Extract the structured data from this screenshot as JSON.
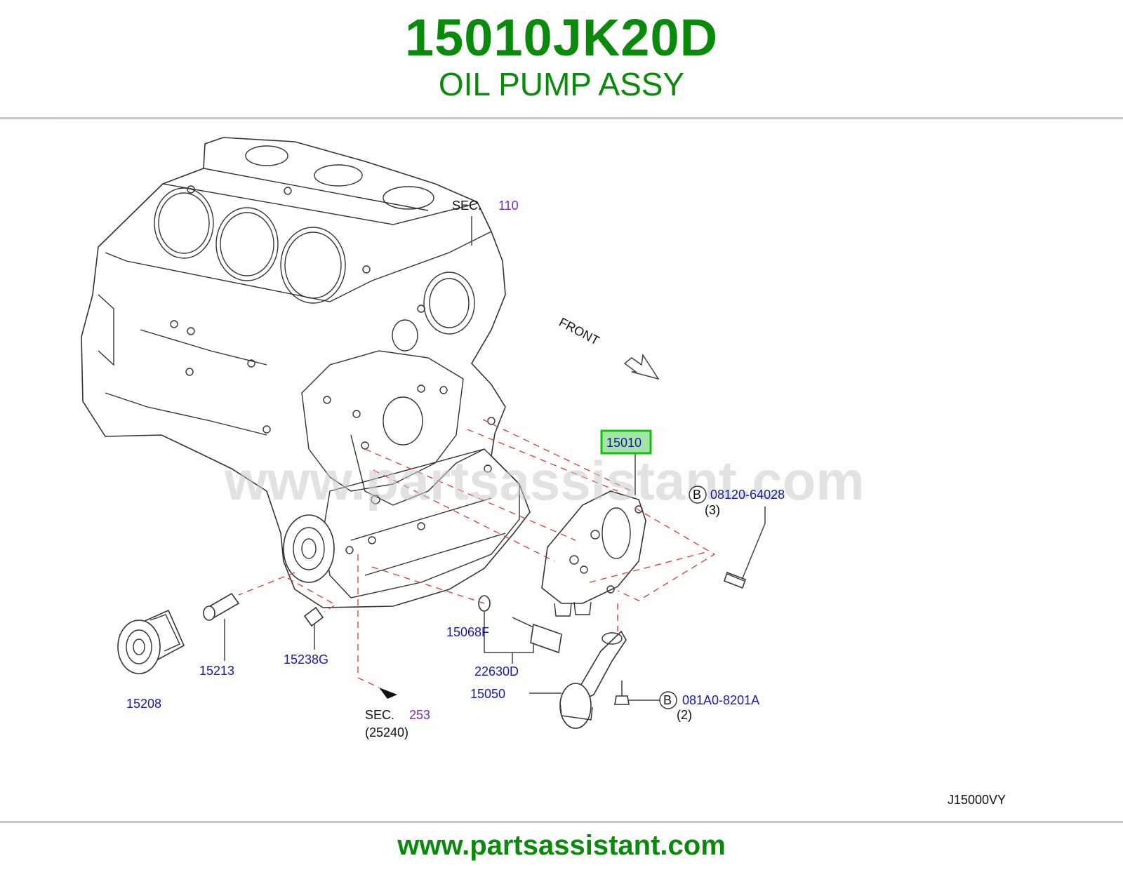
{
  "header": {
    "part_number": "15010JK20D",
    "part_name": "OIL PUMP ASSY"
  },
  "diagram": {
    "watermark": "www.partsassistant.com",
    "front_label": "FRONT",
    "diagram_code": "J15000VY",
    "section_refs": [
      {
        "prefix": "SEC.",
        "number": "110"
      },
      {
        "prefix": "SEC.",
        "number": "253",
        "sub": "(25240)"
      }
    ],
    "callouts": {
      "highlighted": "15010",
      "bolt_a": {
        "marker": "B",
        "number": "08120-64028",
        "qty": "(3)"
      },
      "bolt_b": {
        "marker": "B",
        "number": "081A0-8201A",
        "qty": "(2)"
      },
      "p15068f": "15068F",
      "p22630d": "22630D",
      "p15050": "15050",
      "p15213": "15213",
      "p15238g": "15238G",
      "p15208": "15208"
    },
    "colors": {
      "highlight": "#11c011",
      "highlight_fill": "#a6e3a6",
      "callout": "#1a1aa8",
      "section": "#7a2bb8",
      "leader": "#d23a3a"
    }
  },
  "footer": {
    "url": "www.partsassistant.com"
  }
}
